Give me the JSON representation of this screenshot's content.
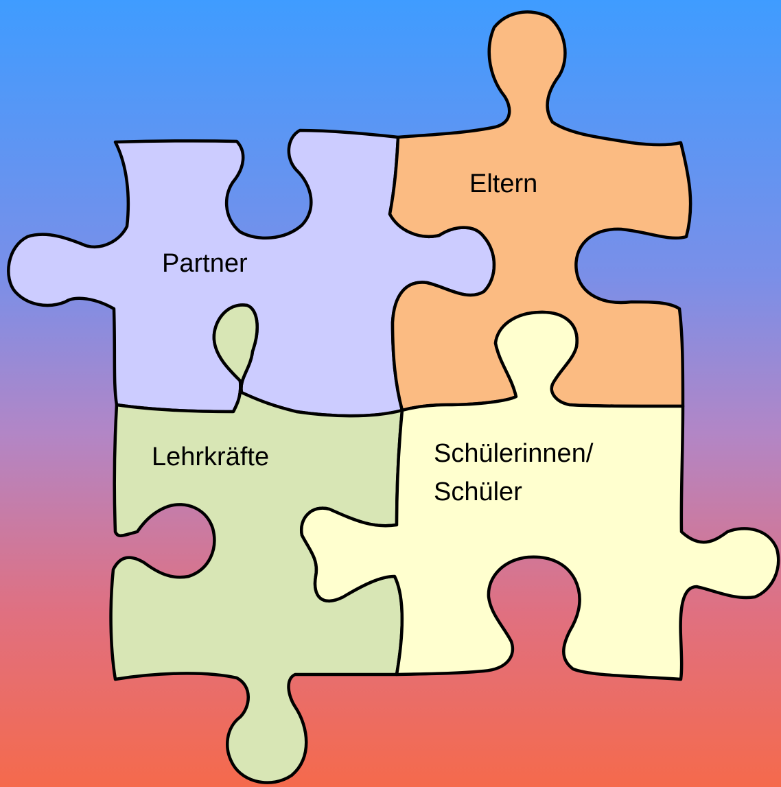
{
  "pieces": [
    {
      "id": "partner",
      "label": "Partner",
      "fill": "#ccccff"
    },
    {
      "id": "eltern",
      "label": "Eltern",
      "fill": "#fbbb82"
    },
    {
      "id": "lehrkraefte",
      "label": "Lehrkräfte",
      "fill": "#d8e6b5"
    },
    {
      "id": "schueler",
      "label_lines": [
        "Schülerinnen/",
        "Schüler"
      ],
      "fill": "#ffffcf"
    }
  ],
  "background": {
    "top": "#3f9cff",
    "bottom": "#f56a4c"
  }
}
